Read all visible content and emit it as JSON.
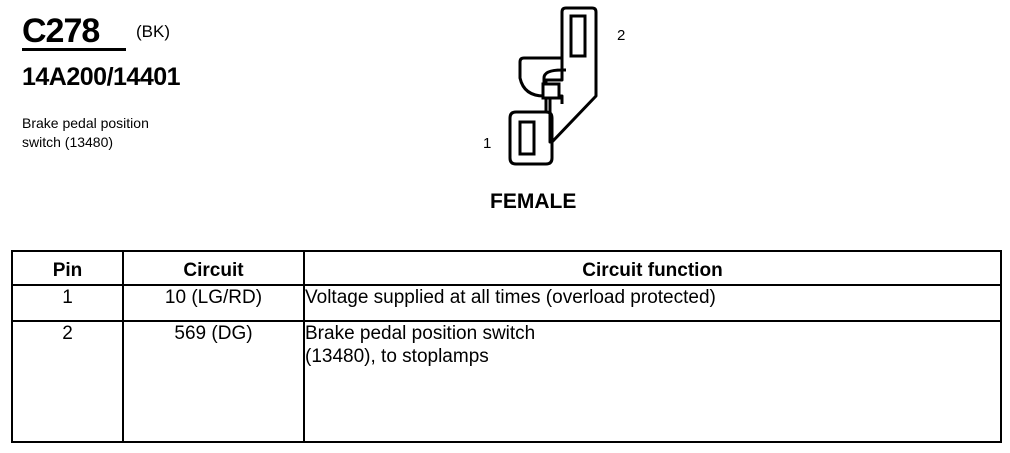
{
  "connector": {
    "id": "C278",
    "color": "(BK)",
    "part_number": "14A200/14401",
    "description_lines": [
      "Brake pedal position",
      "switch (13480)"
    ]
  },
  "diagram": {
    "pin_1_label": "1",
    "pin_2_label": "2",
    "gender": "FEMALE"
  },
  "table": {
    "headers": {
      "pin": "Pin",
      "circuit": "Circuit",
      "function": "Circuit function"
    },
    "rows": [
      {
        "pin": "1",
        "circuit": "10 (LG/RD)",
        "function_lines": [
          "Voltage supplied at all times (overload protected)"
        ]
      },
      {
        "pin": "2",
        "circuit": "569 (DG)",
        "function_lines": [
          "Brake pedal position switch",
          "(13480), to stoplamps"
        ]
      }
    ]
  }
}
